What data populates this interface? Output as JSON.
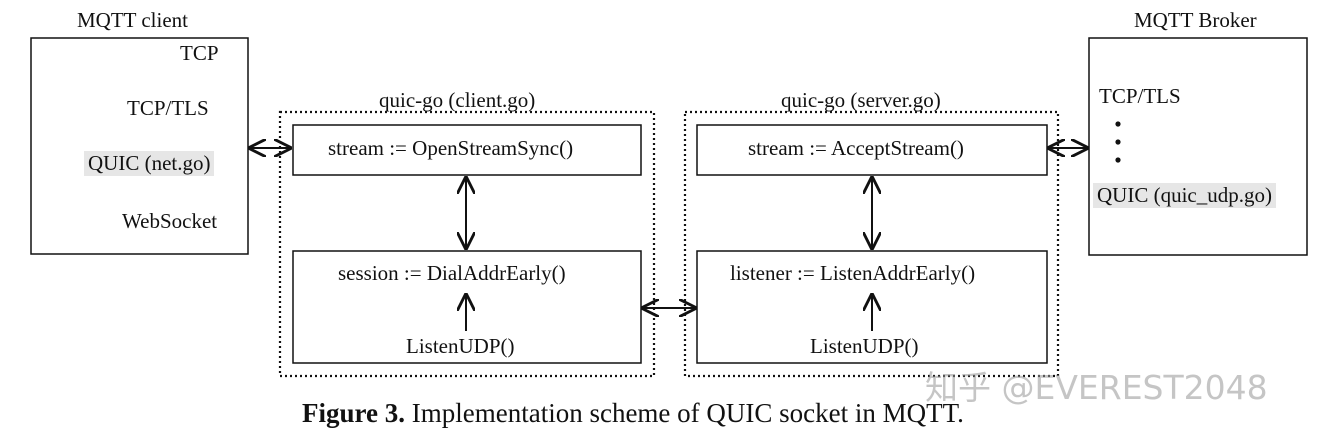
{
  "client": {
    "title": "MQTT client",
    "items": [
      "TCP",
      "TCP/TLS",
      "QUIC (net.go)",
      "WebSocket"
    ]
  },
  "broker": {
    "title": "MQTT Broker",
    "items": [
      "TCP/TLS",
      "QUIC (quic_udp.go)"
    ]
  },
  "quic_client": {
    "title": "quic-go (client.go)",
    "stream": "stream := OpenStreamSync()",
    "session": "session := DialAddrEarly()",
    "listen": "ListenUDP()"
  },
  "quic_server": {
    "title": "quic-go (server.go)",
    "stream": "stream := AcceptStream()",
    "listener": "listener := ListenAddrEarly()",
    "listen": "ListenUDP()"
  },
  "caption": {
    "label": "Figure 3.",
    "text": " Implementation scheme of QUIC socket in MQTT."
  },
  "watermark": "知乎 @EVEREST2048"
}
